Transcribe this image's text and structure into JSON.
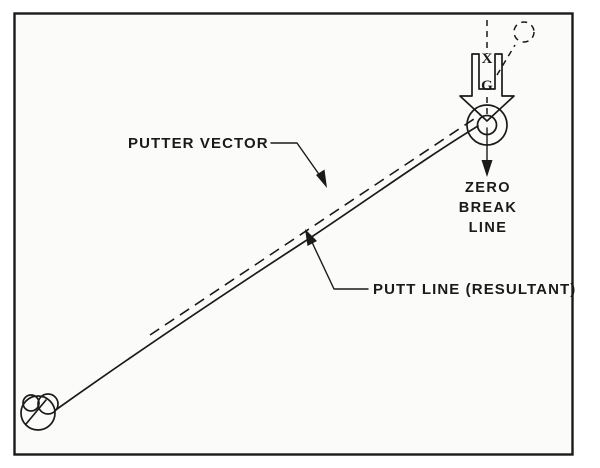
{
  "figure": {
    "title": "Golf putting vector diagram",
    "background_color": "#ffffff",
    "panel_color": "#fbfbfa",
    "ink_color": "#1a1a1a"
  },
  "labels": {
    "putter_vector": "PUTTER VECTOR",
    "putt_line": "PUTT LINE (RESULTANT)",
    "zero_break_line_1": "ZERO",
    "zero_break_line_2": "BREAK",
    "zero_break_line_3": "LINE",
    "gravity_symbol_top": "X",
    "gravity_symbol_bottom": "G"
  },
  "elements": {
    "ball_name": "golf-ball",
    "hole_name": "golf-hole-cup",
    "target_circle_name": "aim-point-circle",
    "gravity_arrow_name": "gravity-break-arrow",
    "zero_break_arrow_name": "zero-break-arrow"
  }
}
